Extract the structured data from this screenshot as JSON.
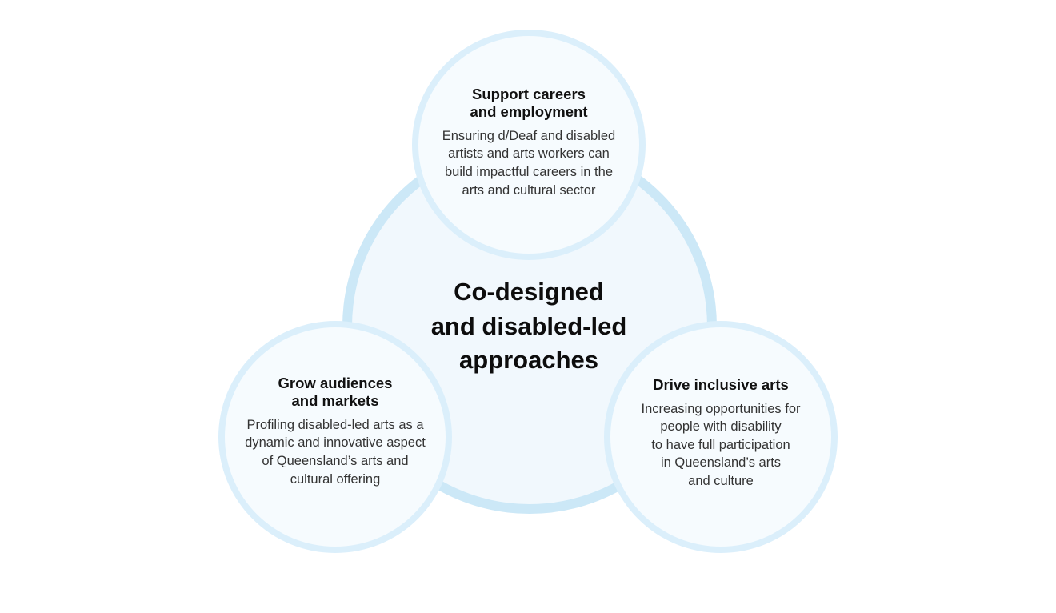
{
  "center": {
    "title_lines": [
      "Co-designed",
      "and disabled-led",
      "approaches"
    ]
  },
  "pillars": [
    {
      "heading_lines": [
        "Support careers",
        "and employment"
      ],
      "body_lines": [
        "Ensuring d/Deaf and disabled",
        "artists and arts workers can",
        "build impactful careers in the",
        "arts and cultural sector"
      ]
    },
    {
      "heading_lines": [
        "Grow audiences",
        "and markets"
      ],
      "body_lines": [
        "Profiling disabled-led arts as a",
        "dynamic and innovative aspect",
        "of Queensland’s arts and",
        "cultural offering"
      ]
    },
    {
      "heading_lines": [
        "Drive inclusive arts"
      ],
      "body_lines": [
        "Increasing opportunities for",
        "people with disability",
        "to have full participation",
        "in Queensland’s arts",
        "and culture"
      ]
    }
  ],
  "colors": {
    "big_circle_fill": "#f1f8fd",
    "big_circle_border": "#cce8f7",
    "small_circle_fill": "#f6fbfe",
    "small_circle_border": "#dbeffb"
  }
}
